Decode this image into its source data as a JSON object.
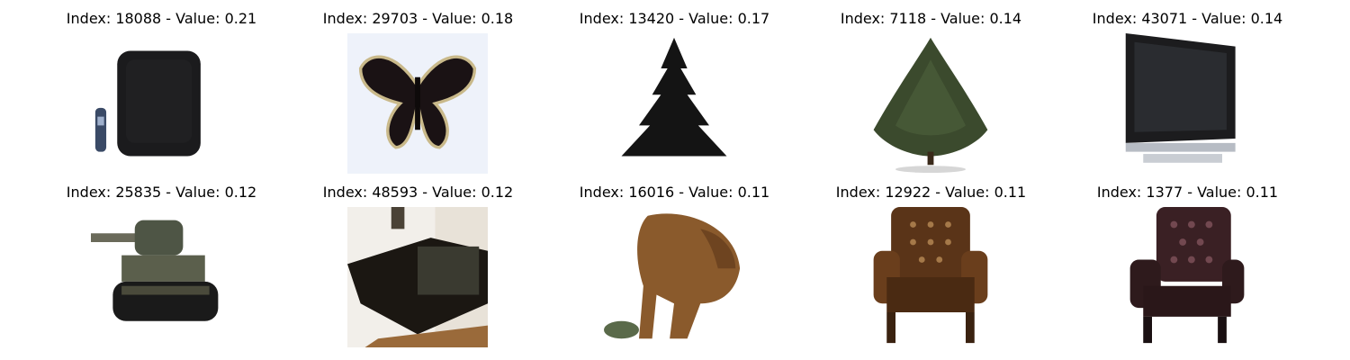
{
  "tiles": [
    {
      "index": "18088",
      "value": "0.21",
      "title": "Index: 18088 - Value: 0.21",
      "subject": "crt-television-with-remote"
    },
    {
      "index": "29703",
      "value": "0.18",
      "title": "Index: 29703 - Value: 0.18",
      "subject": "butterfly"
    },
    {
      "index": "13420",
      "value": "0.17",
      "title": "Index: 13420 - Value: 0.17",
      "subject": "dark-pine-tree"
    },
    {
      "index": "7118",
      "value": "0.14",
      "title": "Index: 7118 - Value: 0.14",
      "subject": "green-fir-tree"
    },
    {
      "index": "43071",
      "value": "0.14",
      "title": "Index: 43071 - Value: 0.14",
      "subject": "flat-screen-tv"
    },
    {
      "index": "25835",
      "value": "0.12",
      "title": "Index: 25835 - Value: 0.12",
      "subject": "toy-tank"
    },
    {
      "index": "48593",
      "value": "0.12",
      "title": "Index: 48593 - Value: 0.12",
      "subject": "tank-closeup"
    },
    {
      "index": "16016",
      "value": "0.11",
      "title": "Index: 16016 - Value: 0.11",
      "subject": "brown-animal"
    },
    {
      "index": "12922",
      "value": "0.11",
      "title": "Index: 12922 - Value: 0.11",
      "subject": "leather-wingback-chair"
    },
    {
      "index": "1377",
      "value": "0.11",
      "title": "Index: 1377 - Value: 0.11",
      "subject": "dark-wingback-chair"
    }
  ]
}
